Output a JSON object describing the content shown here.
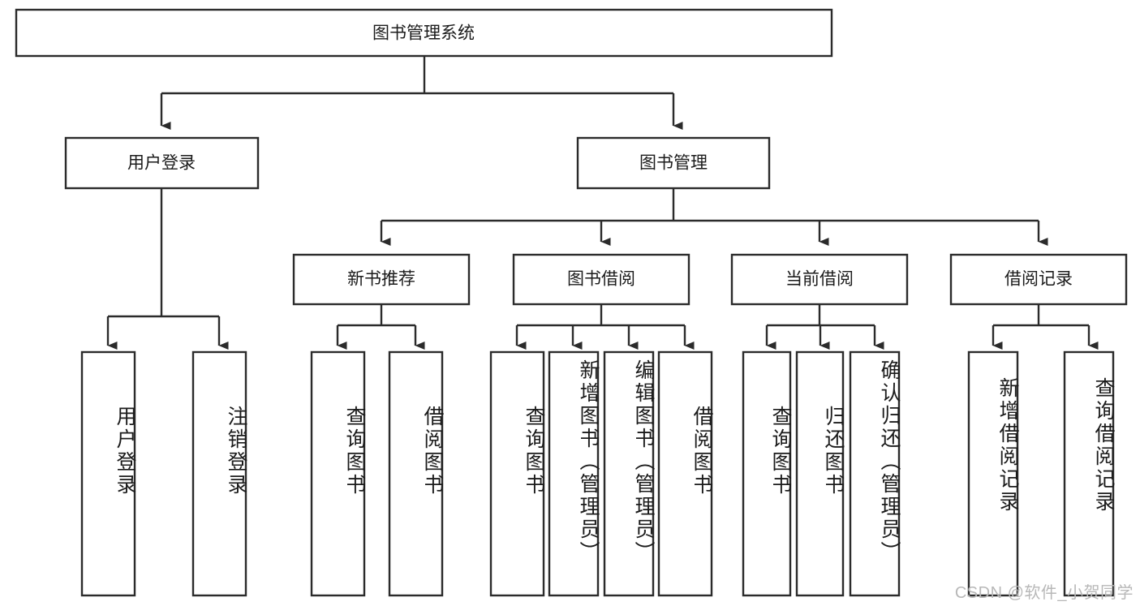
{
  "diagram": {
    "title": "图书管理系统",
    "watermark": "CSDN @软件_小贺同学",
    "colors": {
      "stroke": "#2b2b2b",
      "box_fill": "#ffffff",
      "text": "#1b1b1b",
      "background": "#ffffff",
      "watermark": "#b8b8b8"
    },
    "root": {
      "label": "图书管理系统"
    },
    "level2": [
      {
        "label": "用户登录"
      },
      {
        "label": "图书管理"
      }
    ],
    "level3": [
      {
        "label": "新书推荐"
      },
      {
        "label": "图书借阅"
      },
      {
        "label": "当前借阅"
      },
      {
        "label": "借阅记录"
      }
    ],
    "leaves": {
      "user_login": [
        {
          "label": "用户登录"
        },
        {
          "label": "注销登录"
        }
      ],
      "new_book_recommend": [
        {
          "label": "查询图书"
        },
        {
          "label": "借阅图书"
        }
      ],
      "book_borrow": [
        {
          "label": "查询图书"
        },
        {
          "label": "新增图书（管理员）"
        },
        {
          "label": "编辑图书（管理员）"
        },
        {
          "label": "借阅图书"
        }
      ],
      "current_borrow": [
        {
          "label": "查询图书"
        },
        {
          "label": "归还图书"
        },
        {
          "label": "确认归还（管理员）"
        }
      ],
      "borrow_record": [
        {
          "label": "新增借阅记录"
        },
        {
          "label": "查询借阅记录"
        }
      ]
    }
  }
}
